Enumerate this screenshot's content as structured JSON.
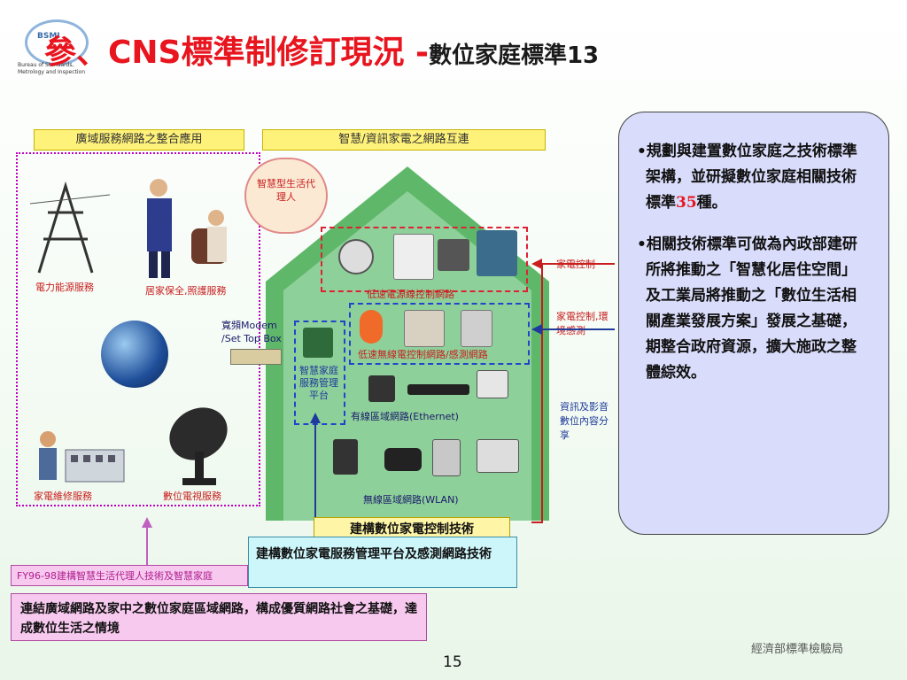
{
  "title": {
    "main": "參、CNS標準制修訂現況 -",
    "sub": "數位家庭標準13"
  },
  "logo": {
    "mark": "BSMI",
    "caption_line1": "Bureau of Standards,",
    "caption_line2": "Metrology and Inspection"
  },
  "illustration": {
    "left_header": "廣域服務網路之整合應用",
    "right_header": "智慧/資訊家電之網路互連",
    "agent_bubble": "智慧型生活代理人",
    "services": {
      "power": "電力能源服務",
      "home_care": "居家保全,照護服務",
      "appliance_repair": "家電維修服務",
      "digital_tv": "數位電視服務"
    },
    "modem_label": "寬頻Modem /Set Top Box",
    "gateway_label": "智慧家庭服務管理平台",
    "networks": {
      "low_power_control": "低速電源線控制網路",
      "low_rate_wireless": "低速無線電控制網路/感測網路",
      "ethernet": "有線區域網路(Ethernet)",
      "wlan": "無線區域網路(WLAN)"
    },
    "side_labels": {
      "appliance_control": "家電控制",
      "control_sensing": "家電控制,環境感測",
      "av_sharing": "資訊及影音數位內容分享"
    }
  },
  "captions": {
    "tech_control": "建構數位家電控制技術",
    "tech_platform": "建構數位家電服務管理平台及感測網路技術",
    "fy_plan": "FY96-98建構智慧生活代理人技術及智慧家庭",
    "summary": "連結廣域網路及家中之數位家庭區域網路，構成優質網路社會之基礎，達成數位生活之情境"
  },
  "callout": {
    "bullet1_prefix": "•規劃與建置數位家庭之技術標準架構，並研擬數位家庭相關技術標準",
    "bullet1_num": "35",
    "bullet1_suffix": "種。",
    "bullet2": "•相關技術標準可做為內政部建研所將推動之「智慧化居住空間」及工業局將推動之「數位生活相關產業發展方案」發展之基礎，期整合政府資源，擴大施政之整體綜效。"
  },
  "footer": {
    "page_number": "15",
    "organization": "經濟部標準檢驗局"
  },
  "colors": {
    "title_red": "#e8141e",
    "callout_bg": "#d9dcfa",
    "house_green": "#5fb86a"
  }
}
